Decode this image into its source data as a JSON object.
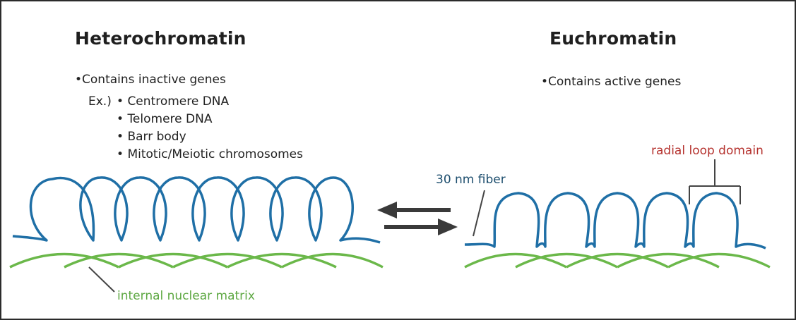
{
  "heterochromatin": {
    "title": "Heterochromatin",
    "bullet": "•Contains inactive genes",
    "example_prefix": "Ex.)",
    "examples": [
      "Centromere DNA",
      "Telomere DNA",
      "Barr body",
      "Mitotic/Meiotic chromosomes"
    ]
  },
  "euchromatin": {
    "title": "Euchromatin",
    "bullet": "•Contains active genes"
  },
  "labels": {
    "fiber": "30 nm fiber",
    "loop_domain": "radial loop domain",
    "matrix": "internal nuclear matrix"
  },
  "colors": {
    "fiber": "#1f6fa6",
    "matrix": "#6bb84a",
    "arrows": "#3a3a3a",
    "leader": "#444444",
    "loop_label": "#b5322e"
  }
}
